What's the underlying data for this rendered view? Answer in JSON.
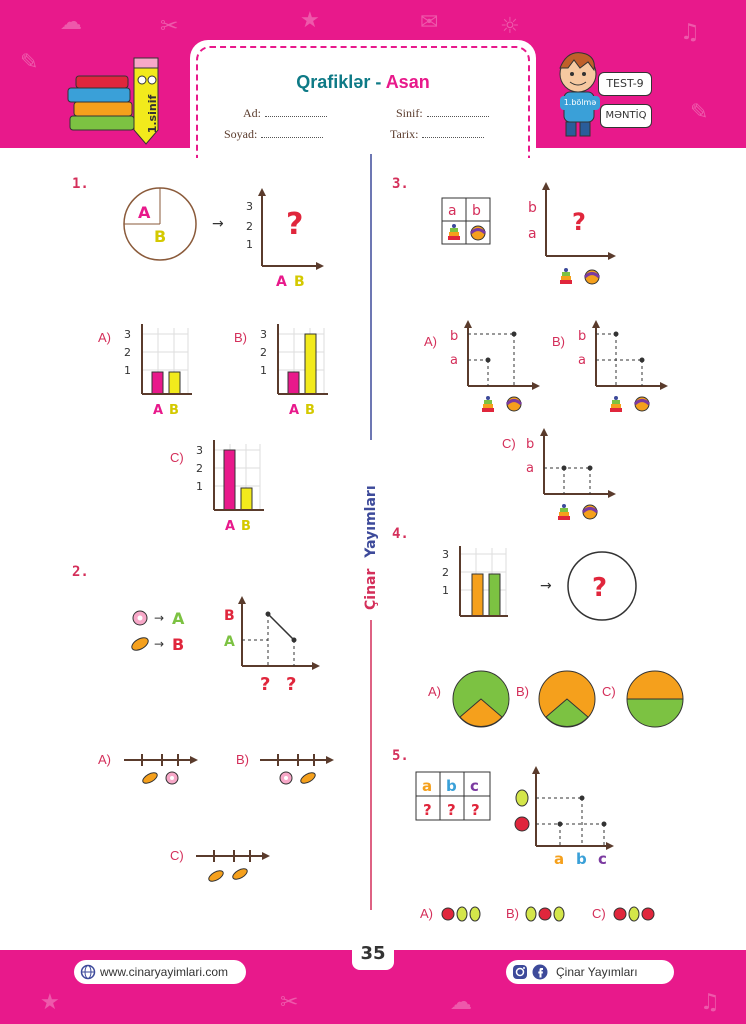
{
  "header": {
    "title_part1": "Qrafiklər",
    "title_sep": "-",
    "title_part2": "Asan",
    "grade_badge": "1.sinif",
    "test_badge": "TEST-9",
    "section_badge": "1.bölmə",
    "subject_badge": "MƏNTİQ",
    "fields": {
      "name": "Ad:",
      "class": "Sinif:",
      "surname": "Soyad:",
      "date": "Tarix:"
    }
  },
  "publisher_vertical": {
    "part1": "Çinar",
    "part2": "Yayımları"
  },
  "questions": {
    "q1": {
      "number": "1.",
      "opt_a": "A)",
      "opt_b": "B)",
      "opt_c": "C)"
    },
    "q2": {
      "number": "2.",
      "opt_a": "A)",
      "opt_b": "B)",
      "opt_c": "C)"
    },
    "q3": {
      "number": "3.",
      "opt_a": "A)",
      "opt_b": "B)",
      "opt_c": "C)"
    },
    "q4": {
      "number": "4.",
      "opt_a": "A)",
      "opt_b": "B)",
      "opt_c": "C)"
    },
    "q5": {
      "number": "5.",
      "opt_a": "A)",
      "opt_b": "B)",
      "opt_c": "C)"
    }
  },
  "labels": {
    "A": "A",
    "B": "B",
    "a": "a",
    "b": "b",
    "c": "c",
    "q": "?",
    "arrow": "→",
    "t1": "1",
    "t2": "2",
    "t3": "3"
  },
  "footer": {
    "page_number": "35",
    "website": "www.cinaryayimlari.com",
    "social": "Çinar Yayımları"
  },
  "colors": {
    "magenta": "#e8198b",
    "yellow": "#f2ea1c",
    "teal": "#0e7a86",
    "orange": "#f5a01c",
    "green": "#7cc242",
    "red": "#e0263c"
  }
}
